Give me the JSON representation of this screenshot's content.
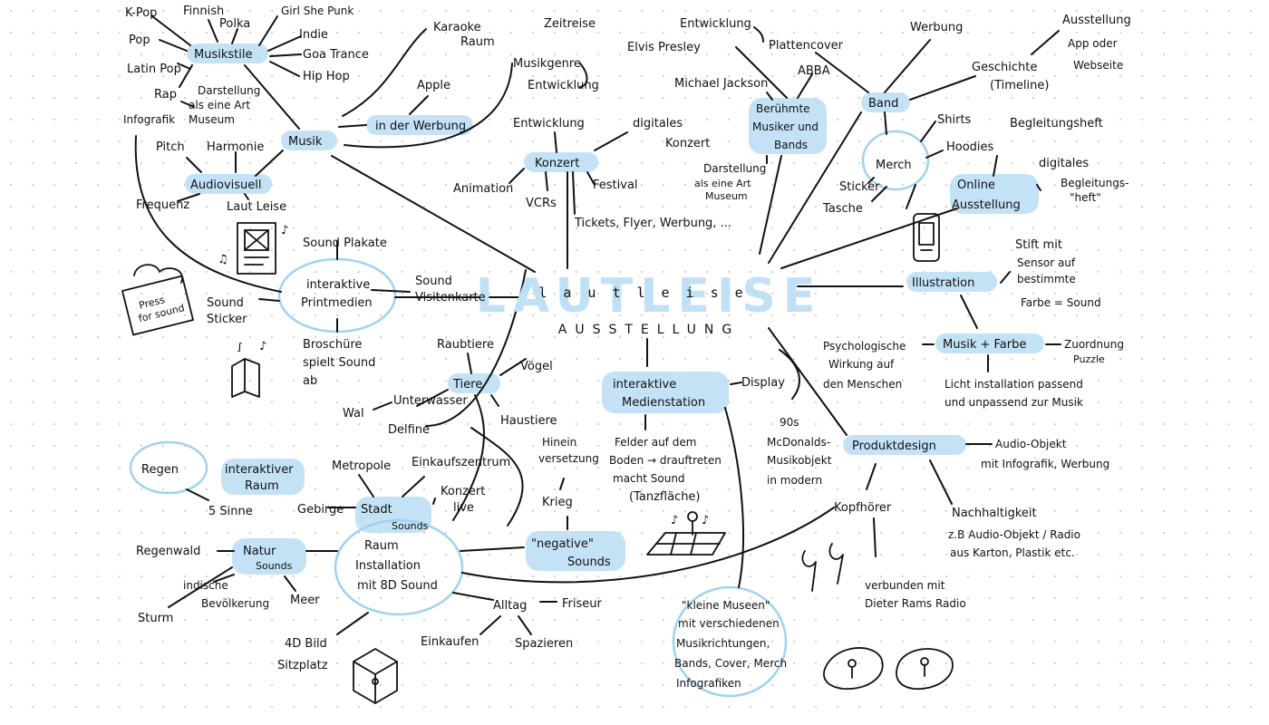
{
  "title": "LAUTLEISE",
  "title_overlay": "lautleise",
  "subtitle": "AUSSTELLUNG",
  "labels": {
    "kpop": "K-Pop",
    "finnish": "Finnish",
    "polka": "Polka",
    "girl_she_punk": "Girl She Punk",
    "pop": "Pop",
    "musikstile": "Musikstile",
    "indie": "Indie",
    "goa_trance": "Goa Trance",
    "latin_pop": "Latin Pop",
    "hip_hop": "Hip Hop",
    "rap": "Rap",
    "darstellung_museum_1": "Darstellung",
    "darstellung_museum_2": "als eine Art",
    "darstellung_museum_3": "Museum",
    "infografik": "Infografik",
    "pitch": "Pitch",
    "harmonie": "Harmonie",
    "musik": "Musik",
    "audiovisuell": "Audiovisuell",
    "frequenz": "Frequenz",
    "laut_leise": "Laut Leise",
    "karaoke_1": "Karaoke",
    "karaoke_2": "Raum",
    "apple": "Apple",
    "in_der_werbung": "in der Werbung",
    "zeitreise": "Zeitreise",
    "musikgenre_1": "Musikgenre",
    "musikgenre_2": "Entwicklung",
    "entwicklung_konzert": "Entwicklung",
    "digitales_konzert_1": "digitales",
    "digitales_konzert_2": "Konzert",
    "konzert": "Konzert",
    "animation": "Animation",
    "vcrs": "VCRs",
    "festival": "Festival",
    "tickets": "Tickets, Flyer, Werbung, ...",
    "entwicklung_top": "Entwicklung",
    "plattencover": "Plattencover",
    "elvis": "Elvis Presley",
    "abba": "ABBA",
    "michael_jackson": "Michael Jackson",
    "beruehmte_1": "Berühmte",
    "beruehmte_2": "Musiker und",
    "beruehmte_3": "Bands",
    "darstellung2_1": "Darstellung",
    "darstellung2_2": "als eine Art",
    "darstellung2_3": "Museum",
    "werbung": "Werbung",
    "band": "Band",
    "geschichte_1": "Geschichte",
    "geschichte_2": "(Timeline)",
    "ausstellung_app_1": "Ausstellung",
    "ausstellung_app_2": "App oder",
    "ausstellung_app_3": "Webseite",
    "shirts": "Shirts",
    "hoodies": "Hoodies",
    "merch": "Merch",
    "sticker": "Sticker",
    "tasche": "Tasche",
    "begleitungsheft": "Begleitungsheft",
    "online_1": "Online",
    "online_2": "Ausstellung",
    "digitales_heft_1": "digitales",
    "digitales_heft_2": "Begleitungs-",
    "digitales_heft_3": "\"heft\"",
    "sound_plakate": "Sound Plakate",
    "interaktive_print_1": "interaktive",
    "interaktive_print_2": "Printmedien",
    "sound_visitenkarte_1": "Sound",
    "sound_visitenkarte_2": "Visitenkarte",
    "sound_sticker_1": "Sound",
    "sound_sticker_2": "Sticker",
    "broschuere_1": "Broschüre",
    "broschuere_2": "spielt Sound",
    "broschuere_3": "ab",
    "press_1": "Press",
    "press_2": "for sound",
    "illustration": "Illustration",
    "stift_1": "Stift mit",
    "stift_2": "Sensor auf",
    "stift_3": "bestimmte",
    "stift_4": "Farbe = Sound",
    "psych_1": "Psychologische",
    "psych_2": "Wirkung auf",
    "psych_3": "den Menschen",
    "musik_farbe": "Musik + Farbe",
    "zuordnung_1": "Zuordnung",
    "zuordnung_2": "Puzzle",
    "licht_1": "Licht installation passend",
    "licht_2": "und unpassend zur Musik",
    "raubtiere": "Raubtiere",
    "voegel": "Vögel",
    "tiere": "Tiere",
    "wal": "Wal",
    "unterwasser": "Unterwasser",
    "delfine": "Delfine",
    "haustiere": "Haustiere",
    "interaktive_medien_1": "interaktive",
    "interaktive_medien_2": "Medienstation",
    "display": "Display",
    "felder_1": "Felder auf dem",
    "felder_2": "Boden → drauftreten",
    "felder_3": "macht Sound",
    "felder_4": "(Tanzfläche)",
    "mcdonalds_1": "90s",
    "mcdonalds_2": "McDonalds-",
    "mcdonalds_3": "Musikobjekt",
    "mcdonalds_4": "in modern",
    "produktdesign": "Produktdesign",
    "audio_objekt_1": "Audio-Objekt",
    "audio_objekt_2": "mit Infografik, Werbung",
    "kopfhoerer": "Kopfhörer",
    "nachhaltigkeit": "Nachhaltigkeit",
    "zb_1": "z.B Audio-Objekt / Radio",
    "zb_2": "aus Karton, Plastik etc.",
    "verbunden_1": "verbunden mit",
    "verbunden_2": "Dieter Rams Radio",
    "regen": "Regen",
    "interaktiver_raum_1": "interaktiver",
    "interaktiver_raum_2": "Raum",
    "fuenf_sinne": "5 Sinne",
    "metropole": "Metropole",
    "einkaufszentrum": "Einkaufszentrum",
    "gebirge": "Gebirge",
    "stadt": "Stadt",
    "stadt_sounds": "Sounds",
    "konzert_live_1": "Konzert",
    "konzert_live_2": "live",
    "hinein_1": "Hinein",
    "hinein_2": "versetzung",
    "krieg": "Krieg",
    "negative_1": "\"negative\"",
    "negative_2": "Sounds",
    "regenwald": "Regenwald",
    "natur": "Natur",
    "natur_sounds": "Sounds",
    "raum_1": "Raum",
    "raum_2": "Installation",
    "raum_3": "mit 8D Sound",
    "indische_1": "indische",
    "indische_2": "Bevölkerung",
    "meer": "Meer",
    "sturm": "Sturm",
    "alltag": "Alltag",
    "friseur": "Friseur",
    "einkaufen": "Einkaufen",
    "spazieren": "Spazieren",
    "bild_4d_1": "4D Bild",
    "bild_4d_2": "Sitzplatz",
    "kleine_museen_1": "\"kleine Museen\"",
    "kleine_museen_2": "mit verschiedenen",
    "kleine_museen_3": "Musikrichtungen,",
    "kleine_museen_4": "Bands, Cover, Merch",
    "kleine_museen_5": "Infografiken"
  }
}
